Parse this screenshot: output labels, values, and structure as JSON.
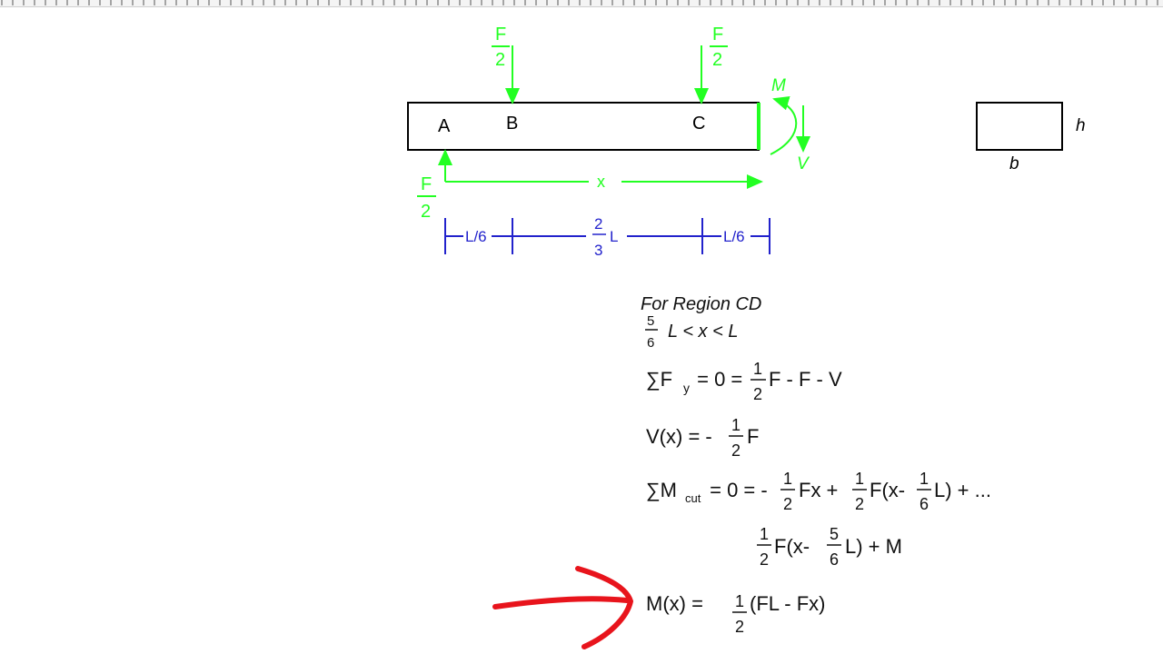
{
  "colors": {
    "beam": "#000000",
    "force": "#22ff22",
    "dimension": "#2222cc",
    "equation": "#111111",
    "annotation_arrow": "#e8141c",
    "ruler": "#555555"
  },
  "beam": {
    "points": {
      "a": "A",
      "b": "B",
      "c": "C"
    },
    "loads": {
      "left_numerator": "F",
      "left_denominator": "2",
      "right_numerator": "F",
      "right_denominator": "2",
      "reaction_numerator": "F",
      "reaction_denominator": "2",
      "moment": "M",
      "shear": "V",
      "position": "x"
    },
    "dimensions": {
      "left_segment": "L/6",
      "mid_numerator": "2",
      "mid_denominator": "3",
      "mid_symbol": "L",
      "right_segment": "L/6"
    }
  },
  "cross_section": {
    "height_label": "h",
    "width_label": "b"
  },
  "equations": {
    "region_title": "For Region CD",
    "region_range": {
      "num": "5",
      "den": "6",
      "rest": "L < x <  L"
    },
    "sum_fy": {
      "lhs": "∑F",
      "sub": "y",
      "mid": " = 0 = ",
      "num": "1",
      "den": "2",
      "rest": "F - F - V"
    },
    "shear": {
      "lhs": "V(x) = -",
      "num": "1",
      "den": "2",
      "rest": "F"
    },
    "sum_m": {
      "lhs": "∑M",
      "sub": "cut",
      "mid": " = 0 = -",
      "num1": "1",
      "den1": "2",
      "part1": "Fx + ",
      "num2": "1",
      "den2": "2",
      "part2": "F(x- ",
      "num3": "1",
      "den3": "6",
      "part3": "L) + ..."
    },
    "sum_m_cont": {
      "num1": "1",
      "den1": "2",
      "part1": "F(x- ",
      "num2": "5",
      "den2": "6",
      "part2": "L) + M"
    },
    "moment": {
      "lhs": "M(x) = ",
      "num": "1",
      "den": "2",
      "rest": "(FL - Fx)"
    }
  }
}
